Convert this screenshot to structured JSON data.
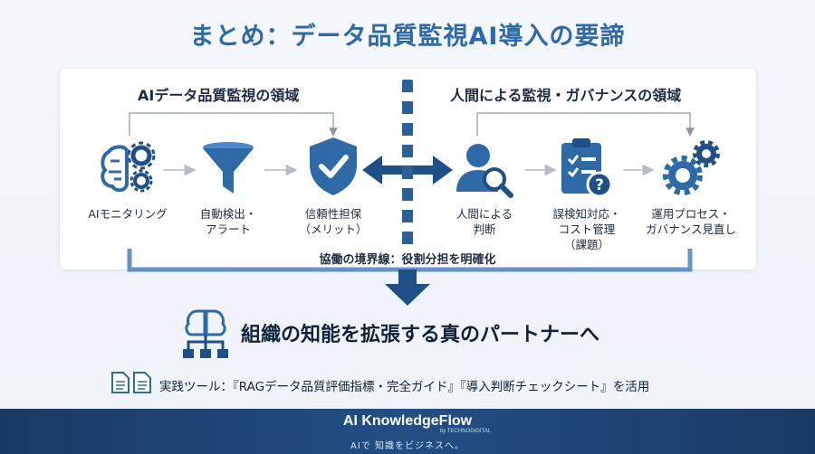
{
  "title": "まとめ：データ品質監視AI導入の要諦",
  "left_section": {
    "title": "AIデータ品質監視の領域",
    "steps": [
      {
        "label": "AIモニタリング",
        "icon": "brain-gear-icon"
      },
      {
        "label": "自動検出・\nアラート",
        "icon": "funnel-icon"
      },
      {
        "label": "信頼性担保\n（メリット）",
        "icon": "shield-check-icon"
      }
    ]
  },
  "right_section": {
    "title": "人間による監視・ガバナンスの領域",
    "steps": [
      {
        "label": "人間による\n判断",
        "icon": "person-search-icon"
      },
      {
        "label": "誤検知対応・\nコスト管理\n（課題）",
        "icon": "clipboard-question-icon"
      },
      {
        "label": "運用プロセス・\nガバナンス見直し",
        "icon": "gears-icon"
      }
    ]
  },
  "boundary_caption": "協働の境界線：役割分担を明確化",
  "result_text": "組織の知能を拡張する真のパートナーへ",
  "tools_text": "実践ツール：『RAGデータ品質評価指標・完全ガイド』『導入判断チェックシート』を活用",
  "footer": {
    "brand": "AI KnowledgeFlow",
    "brand_sub": "by TECHNODIGITAL",
    "slogan": "AIで 知識をビジネスへ。"
  },
  "colors": {
    "accent": "#2f6aa8",
    "dark": "#1e4f87",
    "arrow": "#b5bcc6",
    "footer": "#1a3a66"
  }
}
